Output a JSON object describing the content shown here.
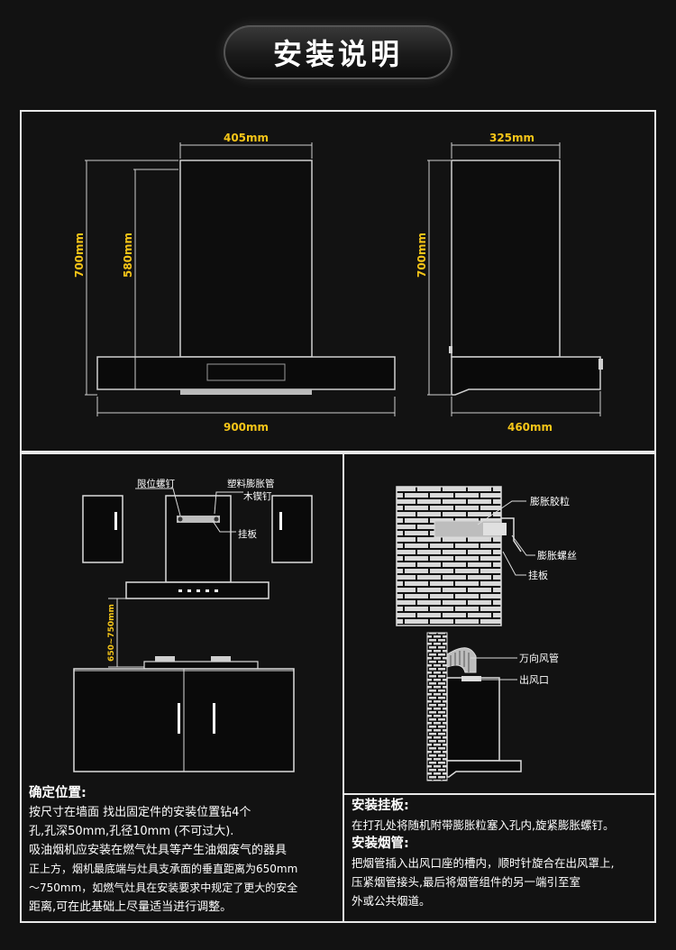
{
  "title": "安装说明",
  "dims": {
    "front_width_top": "405mm",
    "front_height_total": "700mm",
    "front_height_body": "580mm",
    "front_width_bottom": "900mm",
    "side_width_top": "325mm",
    "side_height": "700mm",
    "side_width_bottom": "460mm"
  },
  "install_diagram": {
    "label_limit_screw": "限位螺钉",
    "label_plastic_tube": "塑料膨胀管",
    "label_wood_screw": "木锲钉",
    "label_hanger": "挂板",
    "label_distance": "650~750mm"
  },
  "wall_diagram": {
    "label_expansion_plug": "膨胀胶粒",
    "label_expansion_screw": "膨胀螺丝",
    "label_hanger": "挂板",
    "label_flex_duct": "万向风管",
    "label_outlet": "出风口"
  },
  "left_note": {
    "heading": "确定位置:",
    "line1": "按尺寸在墙面 找出固定件的安装位置钻4个",
    "line2": "孔,孔深50mm,孔径10mm (不可过大).",
    "line3": "吸油烟机应安装在燃气灶具等产生油烟废气的器具",
    "line4": "正上方，烟机最底端与灶具支承面的垂直距离为650mm",
    "line5": "～750mm，如燃气灶具在安装要求中规定了更大的安全",
    "line6": "距离,可在此基础上尽量适当进行调整。"
  },
  "right_note": {
    "heading1": "安装挂板:",
    "text1": "在打孔处将随机附带膨胀粒塞入孔内,旋紧膨胀螺钉。",
    "heading2": "安装烟管:",
    "line1": "把烟管插入出风口座的槽内，顺时针旋合在出风罩上,",
    "line2": "压紧烟管接头,最后将烟管组件的另一端引至室",
    "line3": "外或公共烟道。"
  }
}
